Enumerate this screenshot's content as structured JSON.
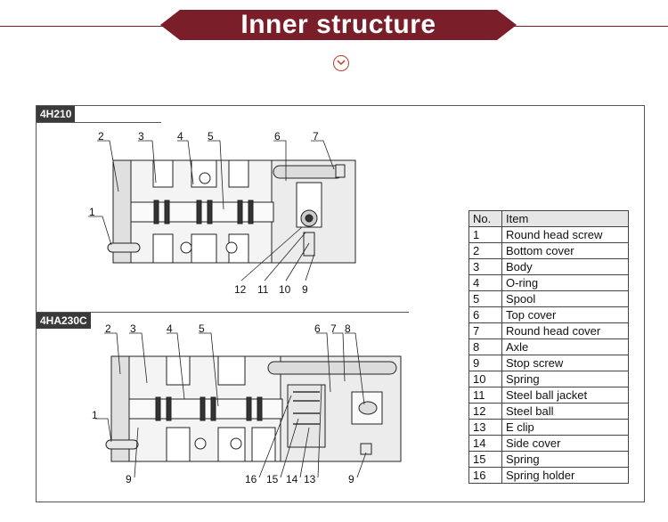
{
  "header": {
    "title": "Inner structure",
    "scroll_icon": "chevron-down-icon"
  },
  "colors": {
    "banner": "#7a1f2a",
    "accent": "#c0392b",
    "body": "#ffffff",
    "outline": "#222222"
  },
  "models": [
    {
      "name": "4H210",
      "callouts": [
        "1",
        "2",
        "3",
        "4",
        "5",
        "6",
        "7",
        "9",
        "10",
        "11",
        "12"
      ]
    },
    {
      "name": "4HA230C",
      "callouts": [
        "1",
        "2",
        "3",
        "4",
        "5",
        "6",
        "7",
        "8",
        "9",
        "9",
        "13",
        "14",
        "15",
        "16"
      ]
    }
  ],
  "items_table": {
    "headers": [
      "No.",
      "Item"
    ],
    "rows": [
      [
        "1",
        "Round head screw"
      ],
      [
        "2",
        "Bottom cover"
      ],
      [
        "3",
        "Body"
      ],
      [
        "4",
        "O-ring"
      ],
      [
        "5",
        "Spool"
      ],
      [
        "6",
        "Top cover"
      ],
      [
        "7",
        "Round head cover"
      ],
      [
        "8",
        "Axle"
      ],
      [
        "9",
        "Stop screw"
      ],
      [
        "10",
        "Spring"
      ],
      [
        "11",
        "Steel ball jacket"
      ],
      [
        "12",
        "Steel ball"
      ],
      [
        "13",
        "E clip"
      ],
      [
        "14",
        "Side cover"
      ],
      [
        "15",
        "Spring"
      ],
      [
        "16",
        "Spring holder"
      ]
    ]
  }
}
